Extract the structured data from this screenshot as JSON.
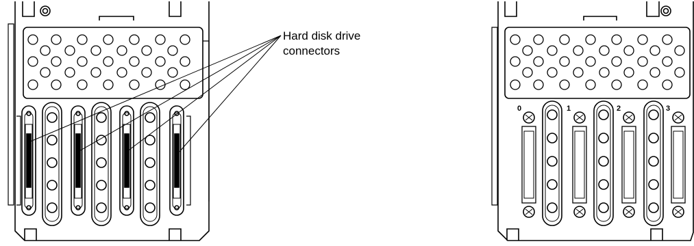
{
  "callout": {
    "line1": "Hard disk drive",
    "line2": "connectors"
  },
  "right_panel": {
    "bay_labels": [
      "0",
      "1",
      "2",
      "3"
    ]
  },
  "colors": {
    "stroke": "#000000",
    "fill": "#ffffff"
  }
}
